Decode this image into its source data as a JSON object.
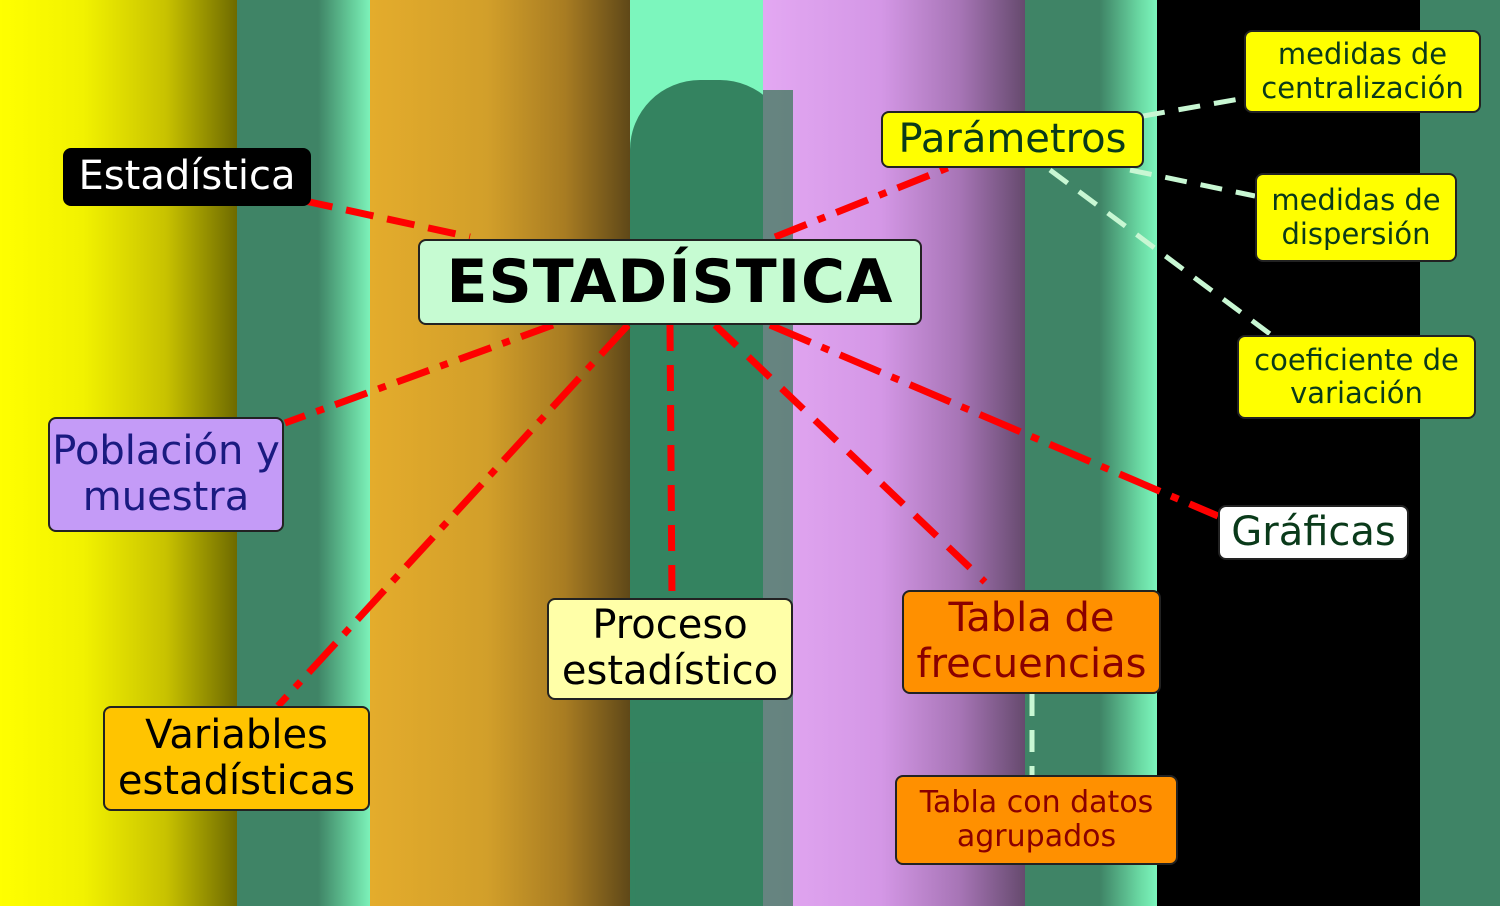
{
  "central": {
    "label": "ESTADÍSTICA"
  },
  "nodes": {
    "estadistica": "Estadística",
    "poblacion": "Población y muestra",
    "variables": "Variables estadísticas",
    "proceso": "Proceso estadístico",
    "tabla_frecuencias": "Tabla de frecuencias",
    "tabla_agrupados": "Tabla con datos agrupados",
    "graficas": "Gráficas",
    "parametros": "Parámetros",
    "centralizacion": "medidas de centralización",
    "dispersion": "medidas de dispersión",
    "variacion": "coeficiente de variación"
  },
  "colors": {
    "central_bg": "#c6fbd2",
    "link_main": "#ff0000",
    "link_secondary": "#c8f7d3",
    "estadistica_bg": "#000000",
    "poblacion_bg": "#c49bf7",
    "variables_bg": "#ffc400",
    "proceso_bg": "#ffffa8",
    "tabla_bg": "#ff9000",
    "graficas_bg": "#ffffff",
    "parametros_bg": "#ffff00"
  }
}
